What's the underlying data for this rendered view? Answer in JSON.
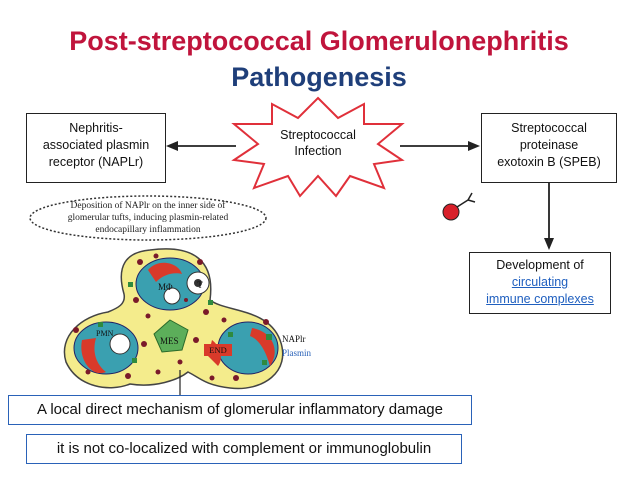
{
  "title": {
    "line1": "Post-streptococcal Glomerulonephritis",
    "line2": "Pathogenesis"
  },
  "star": {
    "line1": "Streptococcal",
    "line2": "Infection"
  },
  "left_box": {
    "line1": "Nephritis-",
    "line2": "associated plasmin",
    "line3": "receptor (NAPLr)"
  },
  "right_box": {
    "line1": "Streptococcal",
    "line2": "proteinase",
    "line3": "exotoxin B (SPEB)"
  },
  "development_box": {
    "line1": "Development of",
    "link1": "circulating",
    "link2": "immune complexes"
  },
  "figure": {
    "caption_line1": "Deposition of NAPlr on the inner side of",
    "caption_line2": "glomerular tufts, inducing plasmin-related",
    "caption_line3": "endocapillary inflammation",
    "label_mphi": "MΦ",
    "label_t": "T",
    "label_pmn": "PMN",
    "label_mes": "MES",
    "label_end": "END",
    "legend_naplr": "NAPlr",
    "legend_plasmin": "Plasmin"
  },
  "mechanism_box": {
    "text": "A local direct mechanism of glomerular inflammatory damage"
  },
  "coloc_box": {
    "text": "it is not co-localized with complement or immunoglobulin"
  },
  "colors": {
    "title_red": "#c0143c",
    "title_blue": "#1f3f7a",
    "star_red": "#e0303a",
    "link_blue": "#1f5fbf",
    "box_blue": "#2a62b8",
    "tissue_yellow": "#f4ec8c",
    "cell_teal": "#3aa0b0"
  }
}
